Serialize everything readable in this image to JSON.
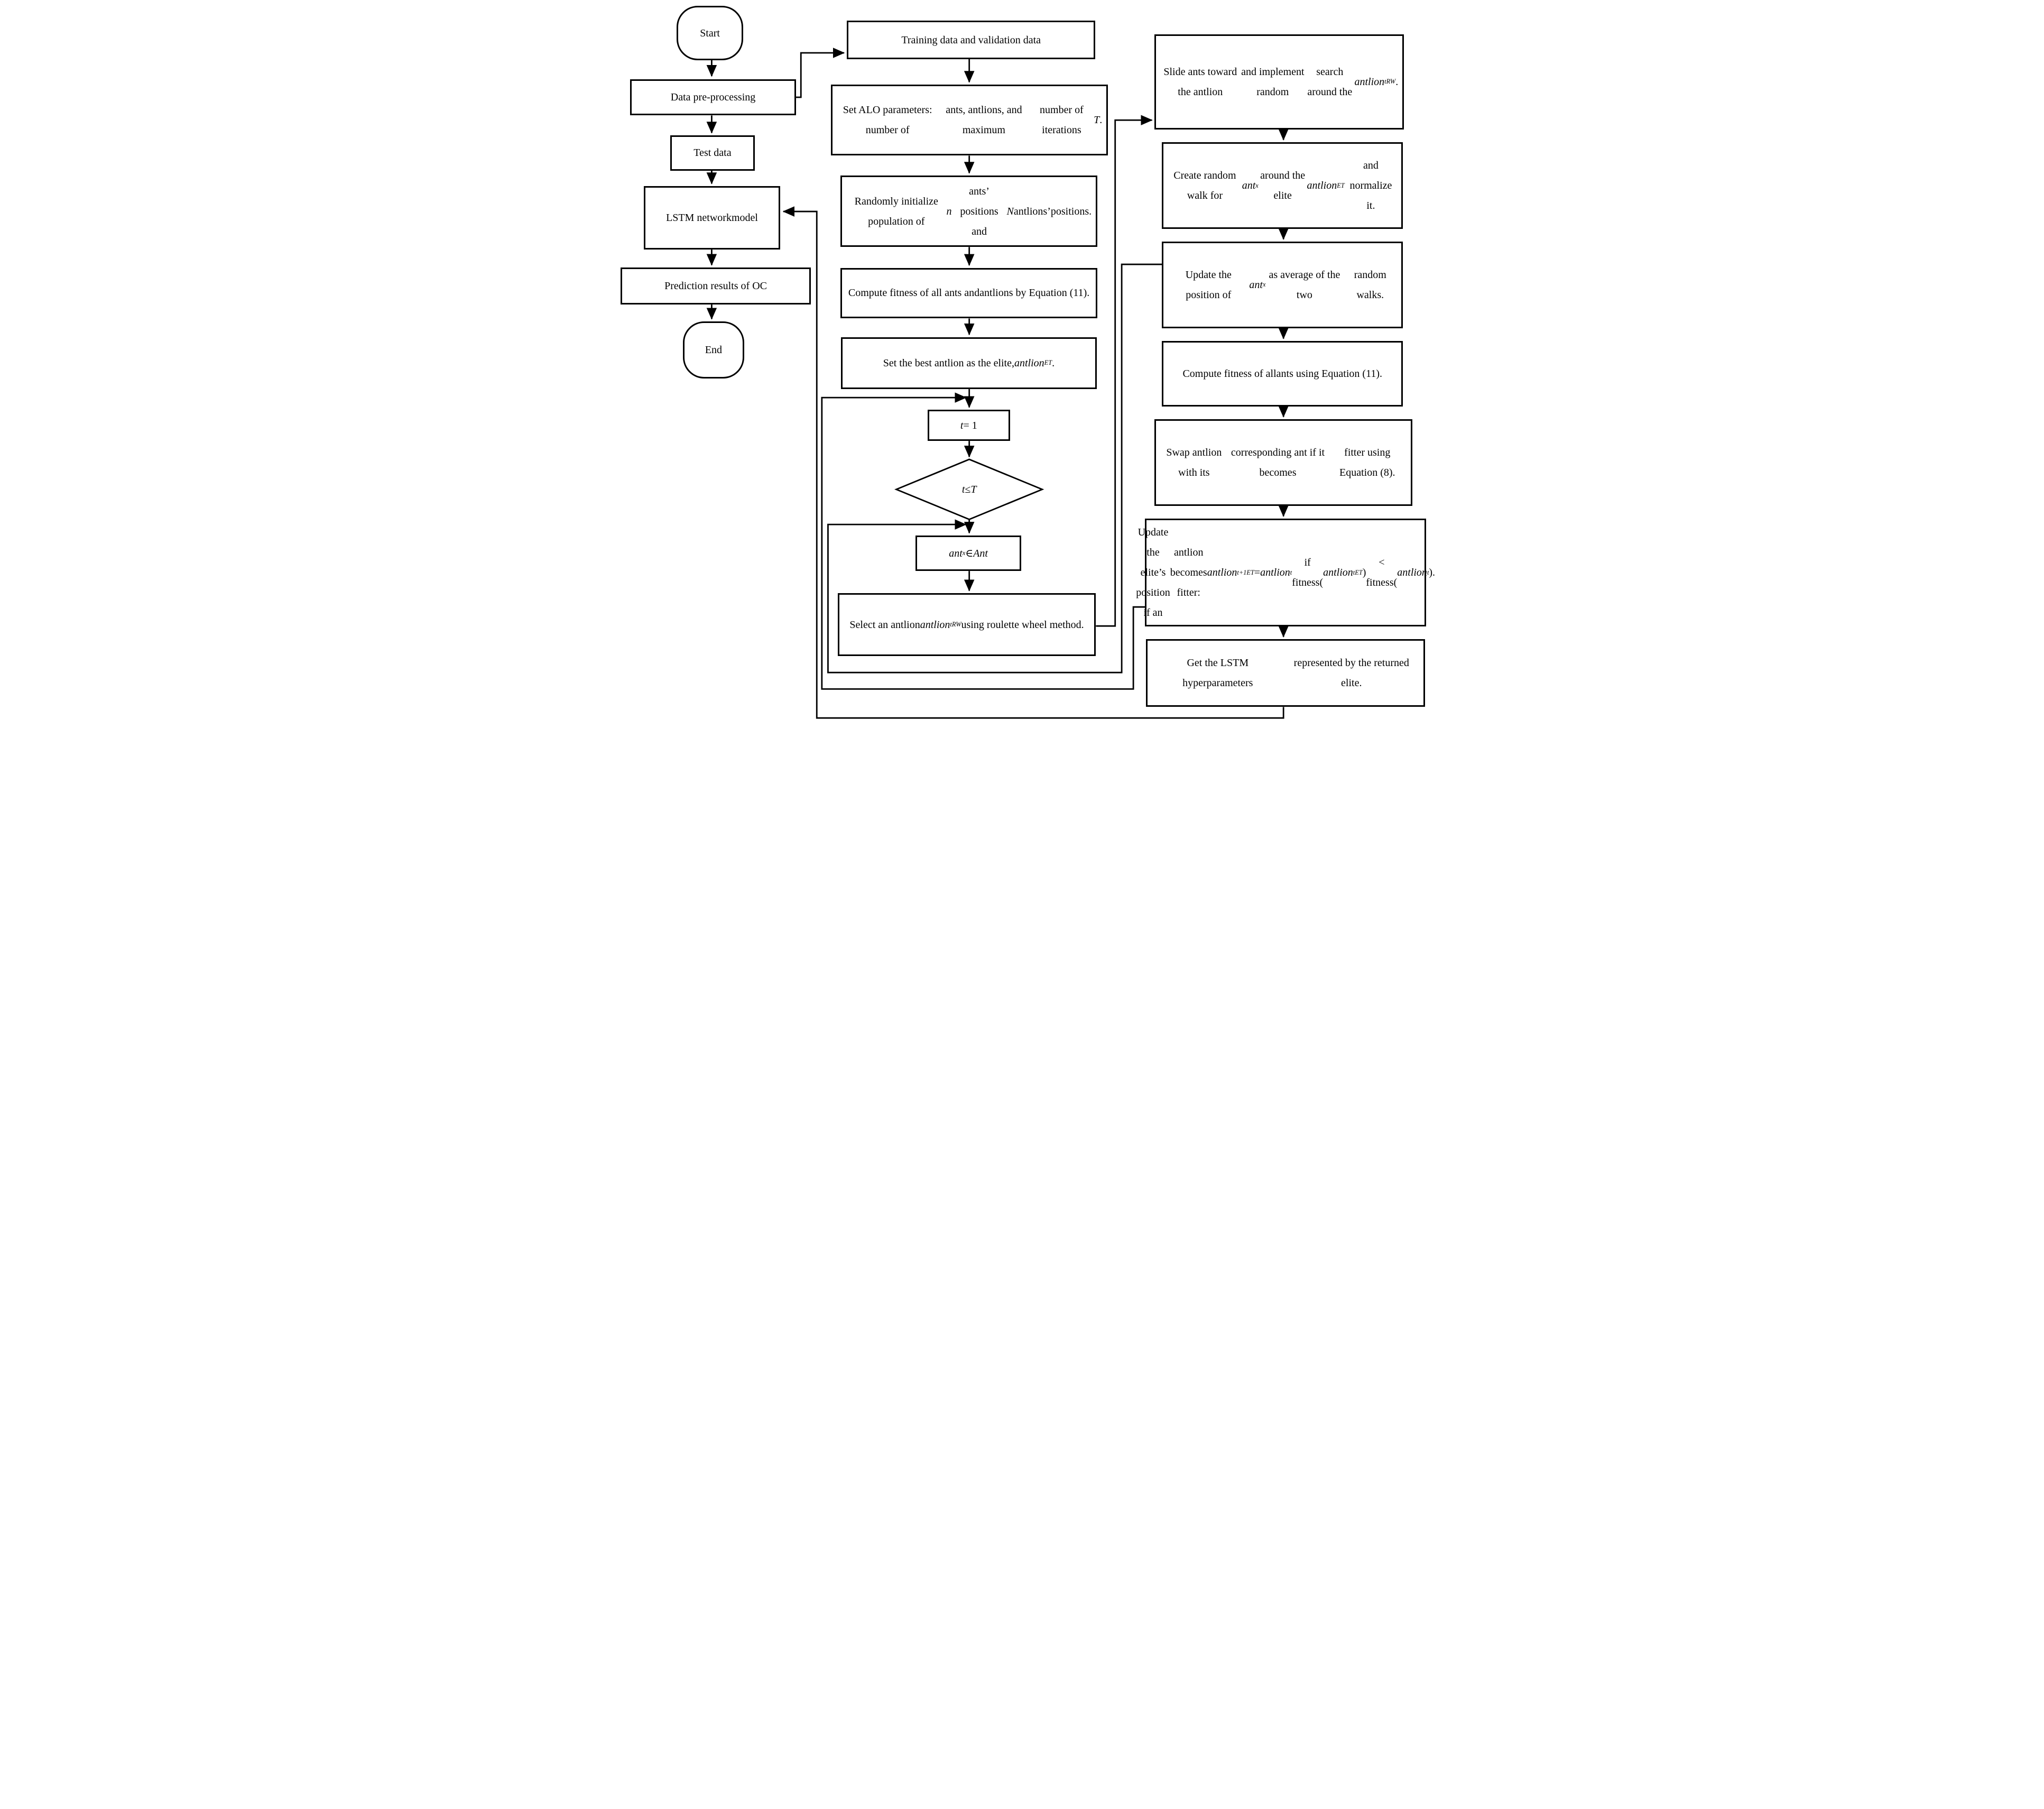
{
  "diagram": {
    "type": "flowchart",
    "background_color": "#ffffff",
    "line_color": "#000000",
    "nodes": {
      "start": {
        "shape": "terminator",
        "label": "Start"
      },
      "pre": {
        "shape": "process",
        "label": "Data pre-processing"
      },
      "test": {
        "shape": "process",
        "label": "Test data"
      },
      "lstm": {
        "shape": "process",
        "label": [
          {
            "t": "LSTM network",
            "s": "n"
          },
          {
            "s": "br"
          },
          {
            "t": "model",
            "s": "n"
          }
        ]
      },
      "prediction": {
        "shape": "process",
        "label": "Prediction results of OC"
      },
      "end": {
        "shape": "terminator",
        "label": "End"
      },
      "training": {
        "shape": "process",
        "label": "Training data and validation data"
      },
      "setalo": {
        "shape": "process",
        "label": [
          {
            "t": "Set ALO parameters: number of",
            "s": "n"
          },
          {
            "s": "br"
          },
          {
            "t": "ants, antlions, and maximum",
            "s": "n"
          },
          {
            "s": "br"
          },
          {
            "t": "number of iterations ",
            "s": "n"
          },
          {
            "t": "T",
            "s": "i"
          },
          {
            "t": ".",
            "s": "n"
          }
        ]
      },
      "randominit": {
        "shape": "process",
        "label": [
          {
            "t": "Randomly initialize population of",
            "s": "n"
          },
          {
            "s": "br"
          },
          {
            "t": "n",
            "s": "i"
          },
          {
            "t": " ants’ positions and ",
            "s": "n"
          },
          {
            "t": "N",
            "s": "i"
          },
          {
            "t": " antlions’",
            "s": "n"
          },
          {
            "s": "br"
          },
          {
            "t": "positions.",
            "s": "n"
          }
        ]
      },
      "compute1": {
        "shape": "process",
        "label": [
          {
            "t": "Compute fitness of all ants and",
            "s": "n"
          },
          {
            "s": "br"
          },
          {
            "t": "antlions by Equation (11).",
            "s": "n"
          }
        ]
      },
      "elite": {
        "shape": "process",
        "label": [
          {
            "t": "Set the best antlion as the elite,",
            "s": "n"
          },
          {
            "s": "br"
          },
          {
            "t": "antlion",
            "s": "i"
          },
          {
            "t": "ET",
            "s": "subi"
          },
          {
            "t": ".",
            "s": "n"
          }
        ]
      },
      "t1": {
        "shape": "process",
        "label": [
          {
            "t": "t",
            "s": "i"
          },
          {
            "t": " = 1",
            "s": "n"
          }
        ]
      },
      "decision": {
        "shape": "decision",
        "label": [
          {
            "t": "t",
            "s": "i"
          },
          {
            "t": " ≤ ",
            "s": "n"
          },
          {
            "t": "T",
            "s": "i"
          }
        ]
      },
      "antx": {
        "shape": "process",
        "label": [
          {
            "t": "ant",
            "s": "i"
          },
          {
            "t": "x",
            "s": "subi"
          },
          {
            "t": " ∈ ",
            "s": "n"
          },
          {
            "t": "Ant",
            "s": "i"
          }
        ]
      },
      "select": {
        "shape": "process",
        "label": [
          {
            "t": "Select an antlion ",
            "s": "n"
          },
          {
            "t": "antlion",
            "s": "i"
          },
          {
            "t": "t",
            "s": "supi"
          },
          {
            "t": "RW",
            "s": "subi"
          },
          {
            "s": "br"
          },
          {
            "t": "using roulette wheel method.",
            "s": "n"
          }
        ]
      },
      "slide": {
        "shape": "process",
        "label": [
          {
            "t": "Slide ants toward the antlion",
            "s": "n"
          },
          {
            "s": "br"
          },
          {
            "t": "and implement random",
            "s": "n"
          },
          {
            "s": "br"
          },
          {
            "t": "search around the ",
            "s": "n"
          },
          {
            "t": "antlion",
            "s": "i"
          },
          {
            "t": "t",
            "s": "supi"
          },
          {
            "t": "RW",
            "s": "subi"
          },
          {
            "t": ".",
            "s": "n"
          }
        ]
      },
      "create": {
        "shape": "process",
        "label": [
          {
            "t": "Create random walk for",
            "s": "n"
          },
          {
            "s": "br"
          },
          {
            "t": "ant",
            "s": "i"
          },
          {
            "t": "x",
            "s": "subi"
          },
          {
            "t": " around the elite",
            "s": "n"
          },
          {
            "s": "br"
          },
          {
            "t": "antlion",
            "s": "i"
          },
          {
            "t": "ET",
            "s": "subi"
          },
          {
            "t": "  and normalize it.",
            "s": "n"
          }
        ]
      },
      "upos": {
        "shape": "process",
        "label": [
          {
            "t": "Update the position of",
            "s": "n"
          },
          {
            "s": "br"
          },
          {
            "t": "ant",
            "s": "i"
          },
          {
            "t": "x",
            "s": "subi"
          },
          {
            "t": "  as average of the two",
            "s": "n"
          },
          {
            "s": "br"
          },
          {
            "t": "random walks.",
            "s": "n"
          }
        ]
      },
      "compute2": {
        "shape": "process",
        "label": [
          {
            "t": "Compute fitness of all",
            "s": "n"
          },
          {
            "s": "br"
          },
          {
            "t": "ants using Equation (11).",
            "s": "n"
          }
        ]
      },
      "swap": {
        "shape": "process",
        "label": [
          {
            "t": "Swap antlion with its",
            "s": "n"
          },
          {
            "s": "br"
          },
          {
            "t": "corresponding ant if it becomes",
            "s": "n"
          },
          {
            "s": "br"
          },
          {
            "t": "fitter using Equation (8).",
            "s": "n"
          }
        ]
      },
      "uelite": {
        "shape": "process",
        "label": [
          {
            "t": "Update the elite’s position if an",
            "s": "n"
          },
          {
            "s": "br"
          },
          {
            "t": "antlion becomes fitter:",
            "s": "n"
          },
          {
            "s": "br"
          },
          {
            "t": "antlion",
            "s": "i"
          },
          {
            "t": "t+1",
            "s": "supi"
          },
          {
            "t": "ET",
            "s": "subi"
          },
          {
            "t": " = ",
            "s": "n"
          },
          {
            "t": "antlion",
            "s": "i"
          },
          {
            "t": "t",
            "s": "supi"
          },
          {
            "s": "br"
          },
          {
            "t": "if fitness(",
            "s": "n"
          },
          {
            "t": "antlion",
            "s": "i"
          },
          {
            "t": "t",
            "s": "supi"
          },
          {
            "t": "ET",
            "s": "subi"
          },
          {
            "t": ")",
            "s": "n"
          },
          {
            "s": "br"
          },
          {
            "t": "< fitness(",
            "s": "n"
          },
          {
            "t": "antlion",
            "s": "i"
          },
          {
            "t": "t",
            "s": "supi"
          },
          {
            "t": ").",
            "s": "n"
          }
        ]
      },
      "getlstm": {
        "shape": "process",
        "label": [
          {
            "t": "Get the LSTM hyperparameters",
            "s": "n"
          },
          {
            "s": "br"
          },
          {
            "t": "represented by the returned elite.",
            "s": "n"
          }
        ]
      }
    }
  }
}
